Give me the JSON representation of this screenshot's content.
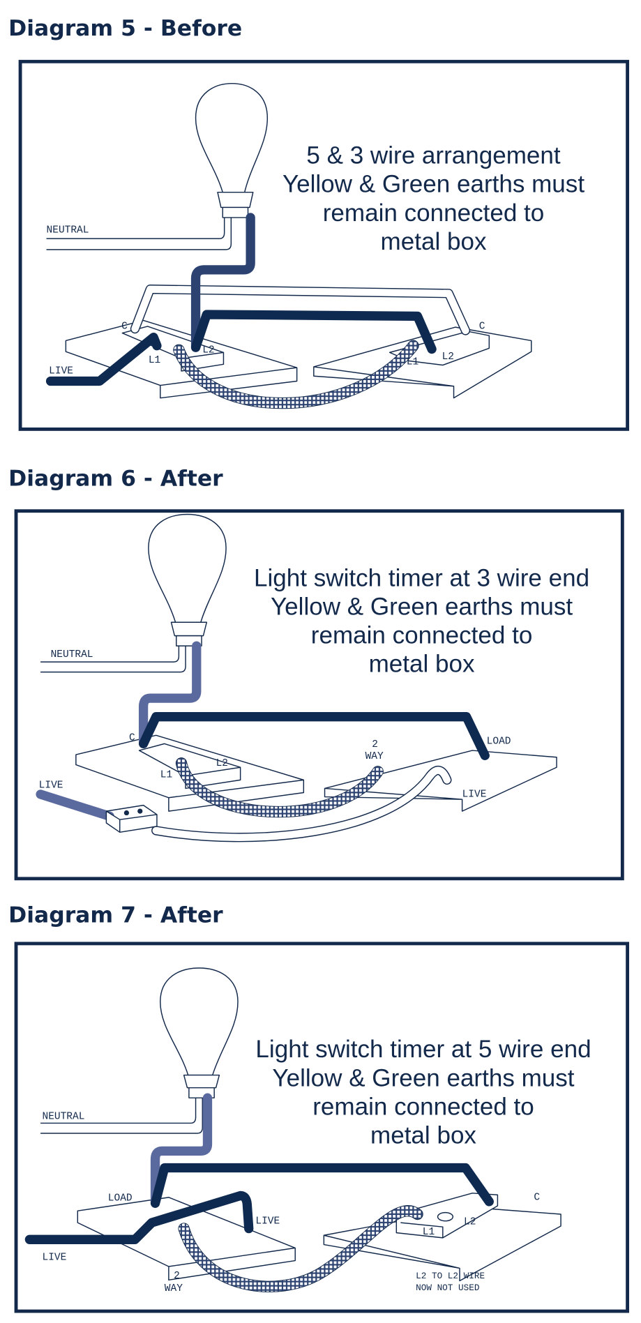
{
  "colors": {
    "navy": "#13294b",
    "live_wire": "#0f2a50",
    "switch_wire": "#2c4270",
    "timer_wire": "#5a6a9e"
  },
  "diagrams": [
    {
      "title": "Diagram 5 - Before",
      "caption": [
        "5 & 3 wire arrangement",
        "Yellow & Green earths must",
        "remain connected to",
        "metal box"
      ],
      "labels": {
        "neutral": "NEUTRAL",
        "live": "LIVE",
        "c_left": "C",
        "c_right": "C",
        "l1_left": "L1",
        "l2_left": "L2",
        "l1_right": "L1",
        "l2_right": "L2"
      }
    },
    {
      "title": "Diagram 6 - After",
      "caption": [
        "Light switch timer at 3 wire end",
        "Yellow & Green earths must",
        "remain connected to",
        "metal box"
      ],
      "labels": {
        "neutral": "NEUTRAL",
        "live": "LIVE",
        "c": "C",
        "l1": "L1",
        "l2": "L2",
        "two": "2",
        "way": "WAY",
        "load": "LOAD",
        "live_right": "LIVE"
      }
    },
    {
      "title": "Diagram 7 - After",
      "caption": [
        "Light switch timer at 5 wire end",
        "Yellow & Green earths must",
        "remain connected to",
        "metal box"
      ],
      "labels": {
        "neutral": "NEUTRAL",
        "live": "LIVE",
        "load": "LOAD",
        "live_mid": "LIVE",
        "two": "2",
        "way": "WAY",
        "c": "C",
        "l1": "L1",
        "l2": "L2",
        "note_1": "L2 TO L2 WIRE",
        "note_2": "NOW NOT USED"
      }
    }
  ]
}
